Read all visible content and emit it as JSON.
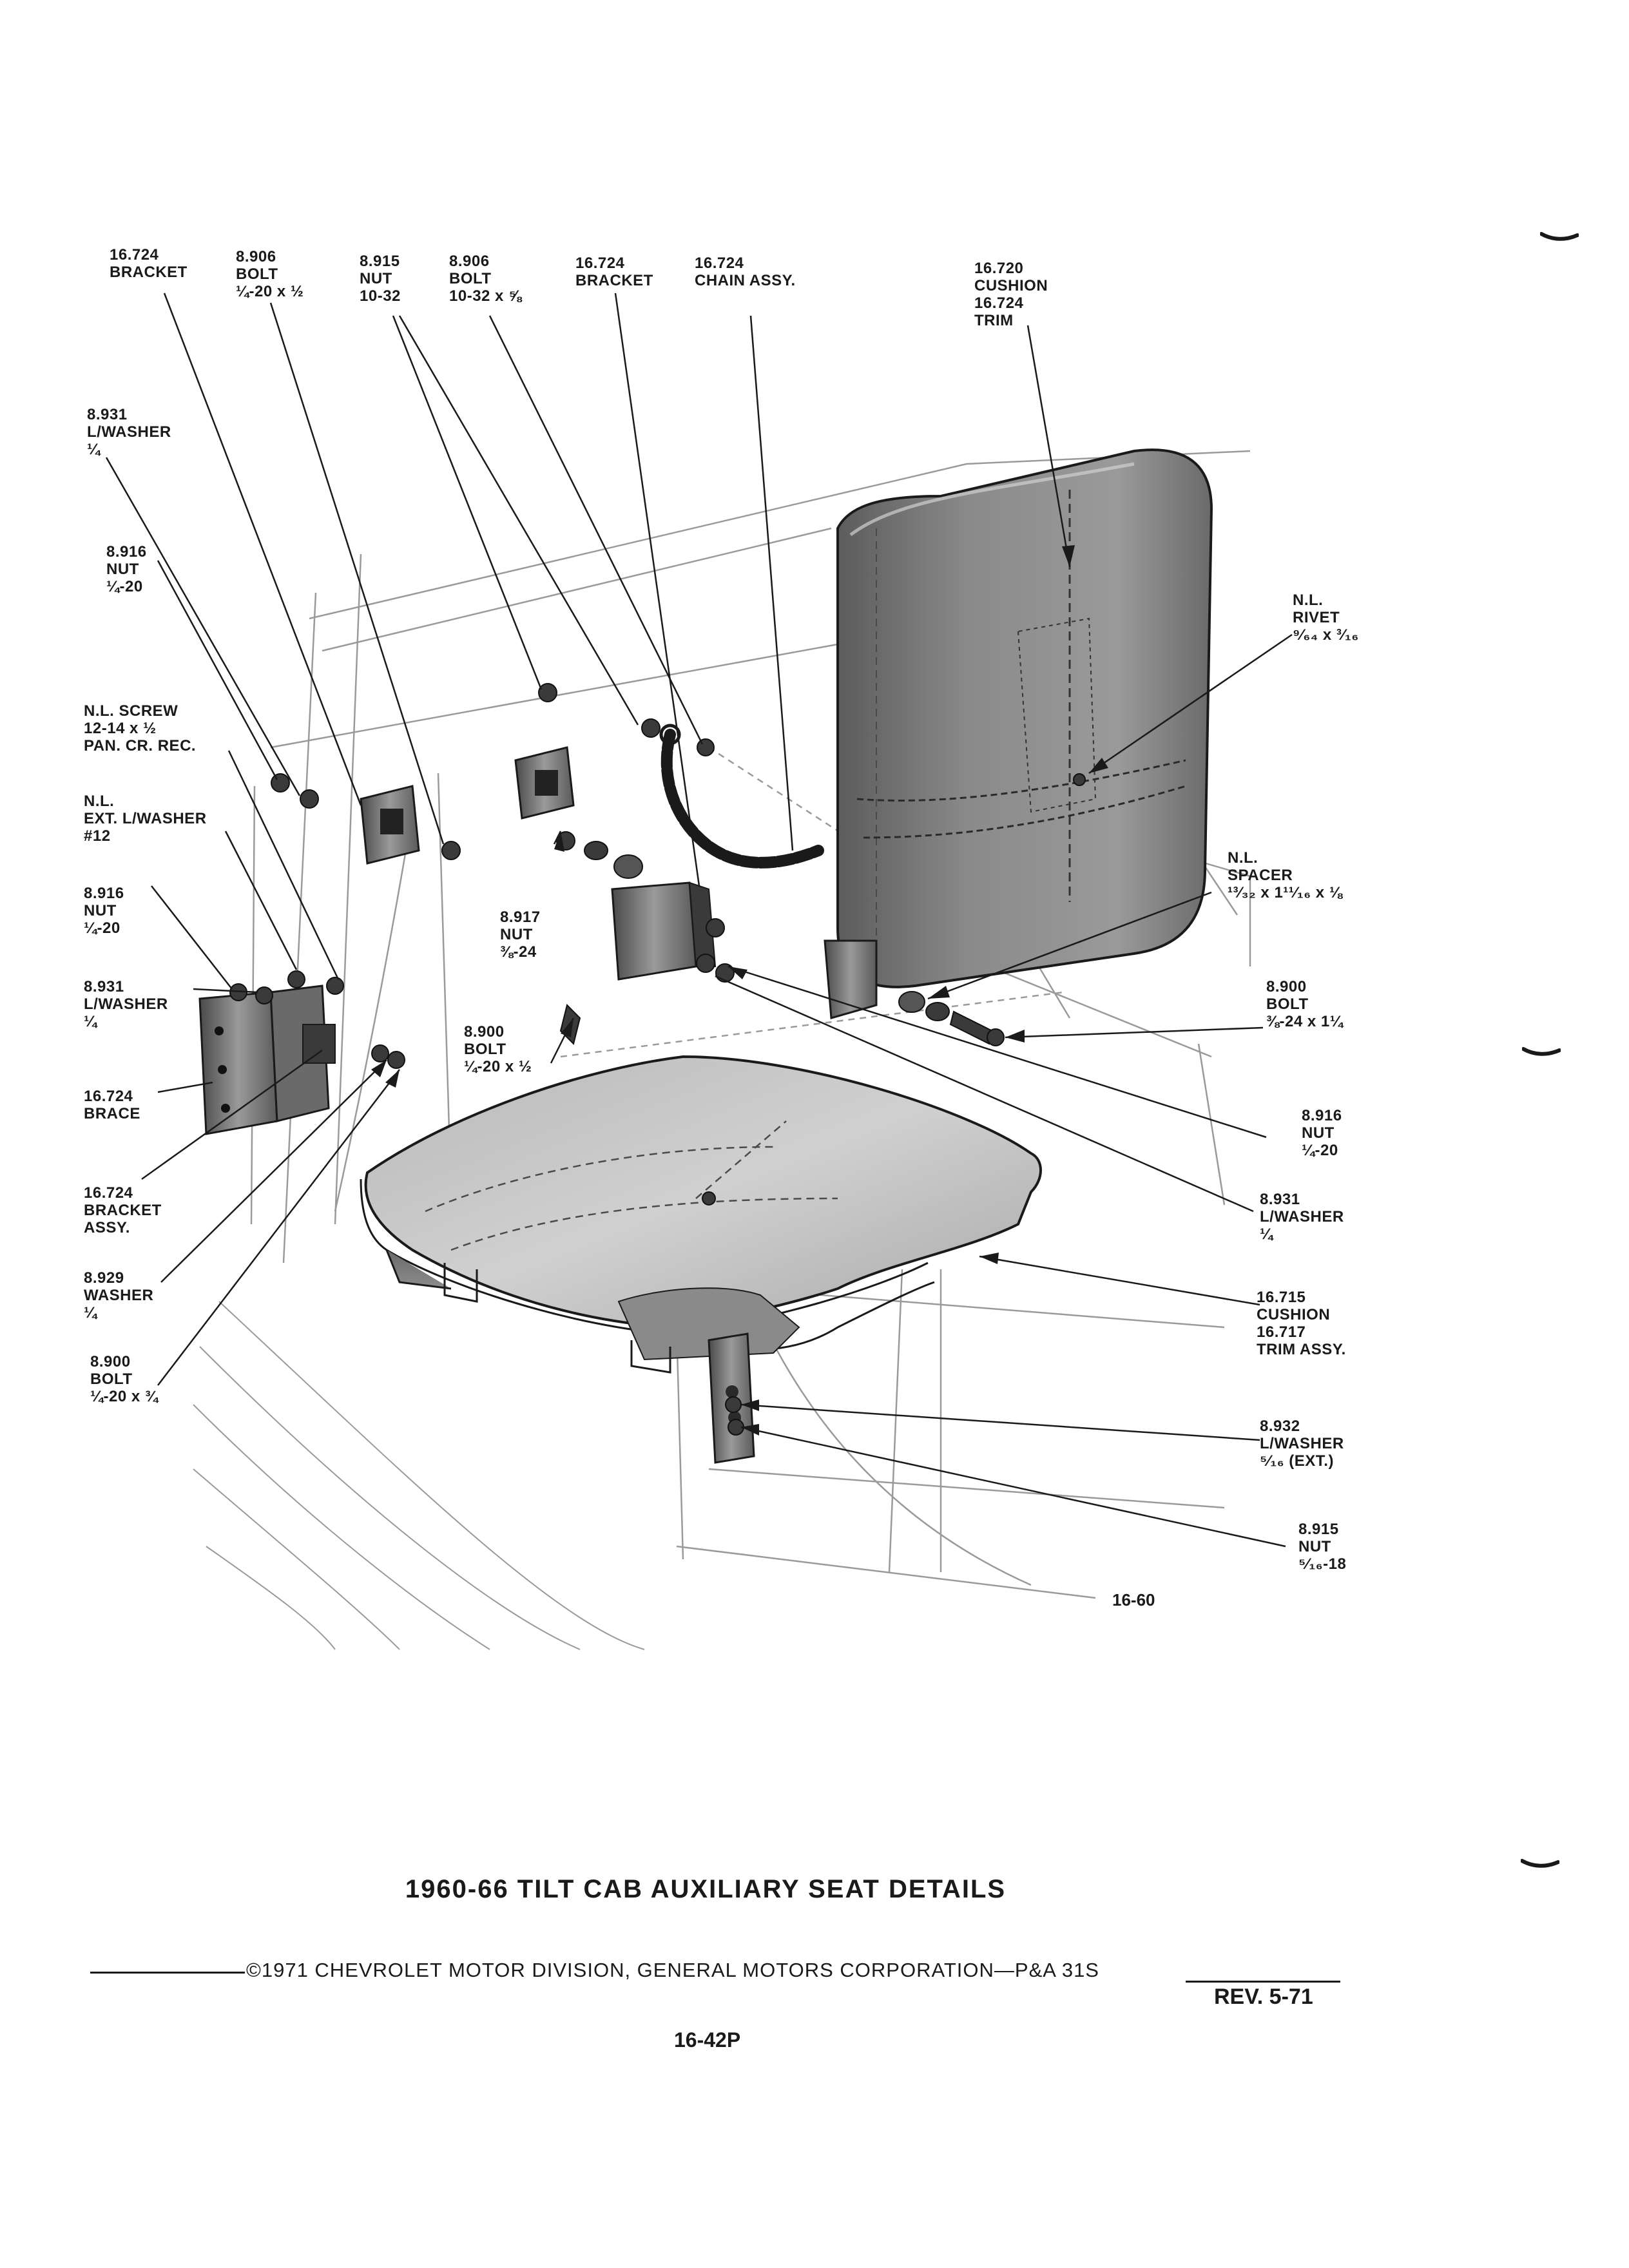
{
  "callouts": [
    {
      "id": "c1",
      "lines": [
        "16.724",
        "BRACKET"
      ]
    },
    {
      "id": "c2",
      "lines": [
        "8.906",
        "BOLT",
        "¼-20 x ½"
      ]
    },
    {
      "id": "c3",
      "lines": [
        "8.915",
        "NUT",
        "10-32"
      ]
    },
    {
      "id": "c4",
      "lines": [
        "8.906",
        "BOLT",
        "10-32 x ⅝"
      ]
    },
    {
      "id": "c5",
      "lines": [
        "16.724",
        "BRACKET"
      ]
    },
    {
      "id": "c6",
      "lines": [
        "16.724",
        "CHAIN ASSY."
      ]
    },
    {
      "id": "c7",
      "lines": [
        "16.720",
        "CUSHION",
        "16.724",
        "TRIM"
      ]
    },
    {
      "id": "c8",
      "lines": [
        "8.931",
        "L/WASHER",
        "¼"
      ]
    },
    {
      "id": "c9",
      "lines": [
        "8.916",
        "NUT",
        "¼-20"
      ]
    },
    {
      "id": "c10",
      "lines": [
        "N.L.",
        "RIVET",
        "⁹⁄₆₄ x ³⁄₁₆"
      ]
    },
    {
      "id": "c11",
      "lines": [
        "N.L. SCREW",
        "12-14 x ½",
        "PAN. CR. REC."
      ]
    },
    {
      "id": "c12",
      "lines": [
        "N.L.",
        "EXT. L/WASHER",
        "#12"
      ]
    },
    {
      "id": "c13",
      "lines": [
        "N.L.",
        "SPACER",
        "¹³⁄₃₂ x 1¹¹⁄₁₆ x ⅛"
      ]
    },
    {
      "id": "c14",
      "lines": [
        "8.916",
        "NUT",
        "¼-20"
      ]
    },
    {
      "id": "c15",
      "lines": [
        "8.917",
        "NUT",
        "⅜-24"
      ]
    },
    {
      "id": "c16",
      "lines": [
        "8.931",
        "L/WASHER",
        "¼"
      ]
    },
    {
      "id": "c17",
      "lines": [
        "8.900",
        "BOLT",
        "⅜-24 x 1¼"
      ]
    },
    {
      "id": "c18",
      "lines": [
        "8.900",
        "BOLT",
        "¼-20 x ½"
      ]
    },
    {
      "id": "c19",
      "lines": [
        "16.724",
        "BRACE"
      ]
    },
    {
      "id": "c20",
      "lines": [
        "8.916",
        "NUT",
        "¼-20"
      ]
    },
    {
      "id": "c21",
      "lines": [
        "16.724",
        "BRACKET",
        "ASSY."
      ]
    },
    {
      "id": "c22",
      "lines": [
        "8.931",
        "L/WASHER",
        "¼"
      ]
    },
    {
      "id": "c23",
      "lines": [
        "8.929",
        "WASHER",
        "¼"
      ]
    },
    {
      "id": "c24",
      "lines": [
        "16.715",
        "CUSHION",
        "16.717",
        "TRIM ASSY."
      ]
    },
    {
      "id": "c25",
      "lines": [
        "8.900",
        "BOLT",
        "¼-20 x ¾"
      ]
    },
    {
      "id": "c26",
      "lines": [
        "8.932",
        "L/WASHER",
        "⁵⁄₁₆ (EXT.)"
      ]
    },
    {
      "id": "c27",
      "lines": [
        "8.915",
        "NUT",
        "⁵⁄₁₆-18"
      ]
    }
  ],
  "figure_number": "16-60",
  "title": "1960-66 TILT CAB AUXILIARY SEAT DETAILS",
  "footer": {
    "copyright": "©1971 CHEVROLET MOTOR DIVISION, GENERAL MOTORS CORPORATION—P&A 31S",
    "revision": "REV. 5-71",
    "page_number": "16-42P"
  }
}
